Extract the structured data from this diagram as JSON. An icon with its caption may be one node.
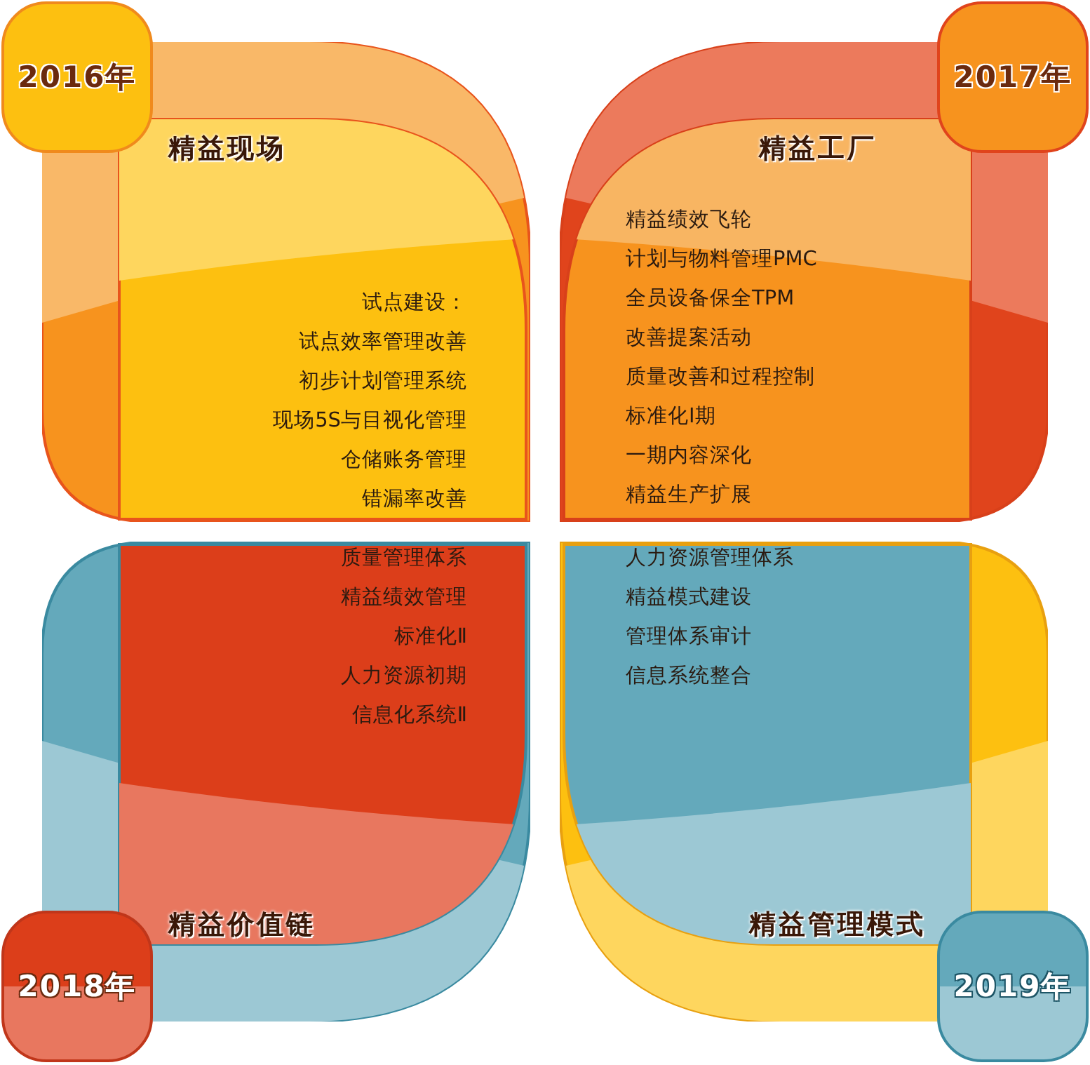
{
  "diagram": {
    "nodes": [
      {
        "text": [
          "精益现场",
          "试点建设：",
          "试点效率管理改善",
          "初步计划管理系统",
          "现场5S与目视化管理",
          "仓储账务管理",
          "错漏率改善"
        ]
      },
      {
        "text": [
          "2016年"
        ]
      },
      {
        "text": [
          "精益工厂",
          "精益绩效飞轮",
          "计划与物料管理PMC",
          "全员设备保全TPM",
          "改善提案活动",
          "质量改善和过程控制",
          "标准化Ⅰ期",
          "一期内容深化",
          "精益生产扩展"
        ]
      },
      {
        "text": [
          "2017年"
        ]
      },
      {
        "text": [
          "精益价值链",
          "质量管理体系",
          "精益绩效管理",
          "标准化Ⅱ",
          "人力资源初期",
          "信息化系统Ⅱ"
        ]
      },
      {
        "text": [
          "2018年"
        ]
      },
      {
        "text": [
          "精益管理模式",
          "人力资源管理体系",
          "精益模式建设",
          "管理体系审计",
          "信息系统整合"
        ]
      },
      {
        "text": [
          "2019年"
        ]
      }
    ]
  }
}
